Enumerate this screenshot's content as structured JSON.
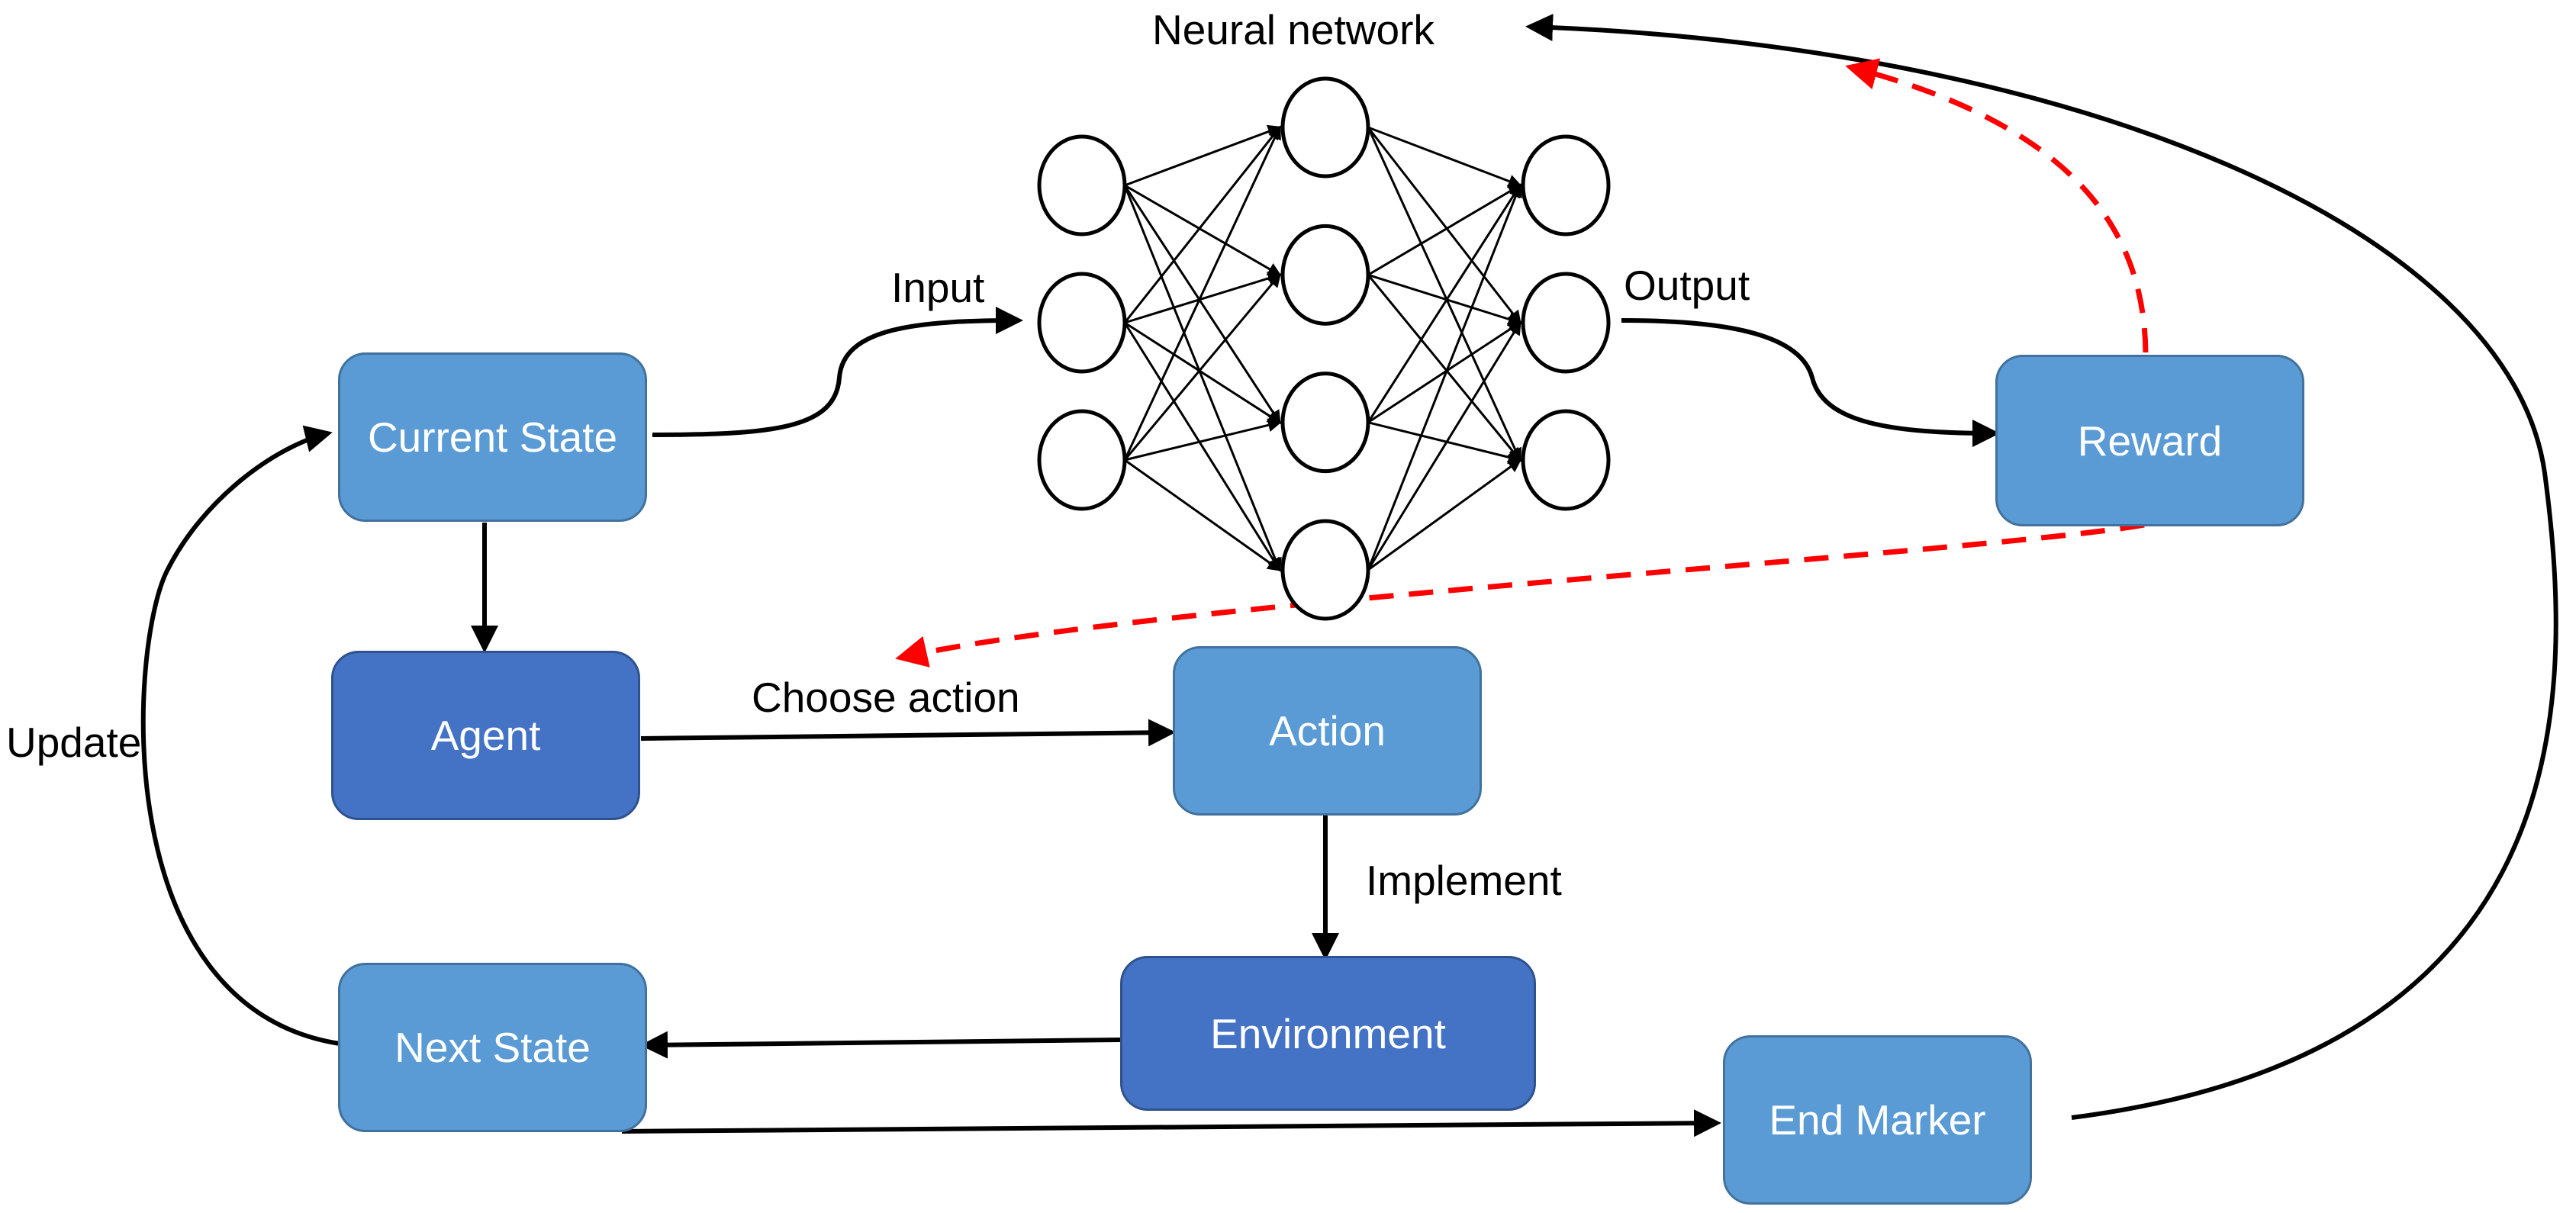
{
  "nodes": {
    "current_state": "Current State",
    "agent": "Agent",
    "next_state": "Next State",
    "action": "Action",
    "environment": "Environment",
    "reward": "Reward",
    "end_marker": "End Marker"
  },
  "labels": {
    "neural_network": "Neural network",
    "input": "Input",
    "output": "Output",
    "choose_action": "Choose action",
    "implement": "Implement",
    "update": "Update"
  },
  "neural_network": {
    "layers": [
      3,
      4,
      3
    ]
  },
  "colors": {
    "box_light": "#5b9bd5",
    "box_dark": "#4472c4",
    "box_border": "#41719c",
    "edge": "#000000",
    "feedback": "#ff0000"
  }
}
